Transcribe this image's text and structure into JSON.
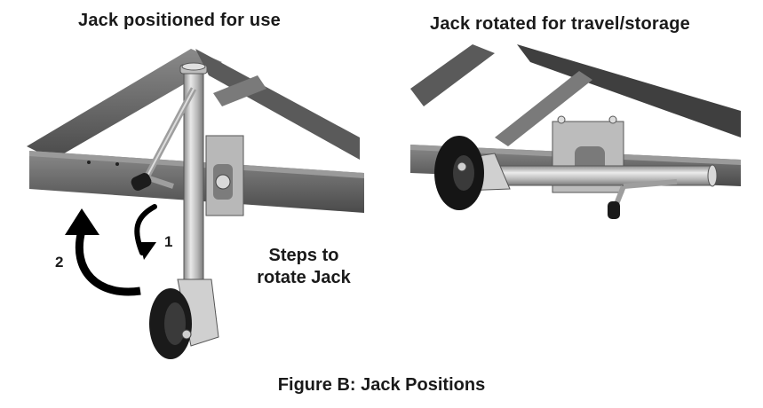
{
  "figure": {
    "left_title": "Jack positioned for use",
    "right_title": "Jack rotated for travel/storage",
    "steps_line1": "Steps to",
    "steps_line2": "rotate Jack",
    "step1": "1",
    "step2": "2",
    "caption": "Figure B:  Jack Positions"
  },
  "colors": {
    "frame": "#6e6e6e",
    "frame_dark": "#3f3f3f",
    "metal": "#c9c9c9",
    "arrow": "#000000"
  }
}
